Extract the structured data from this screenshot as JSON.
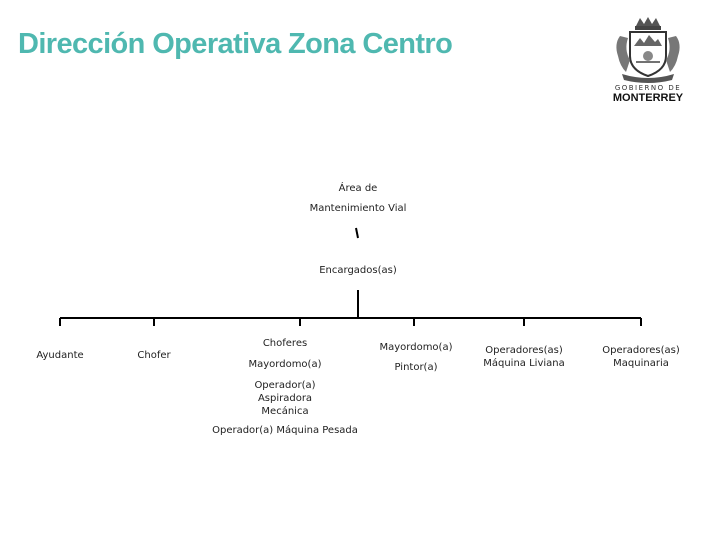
{
  "title": "Dirección Operativa Zona Centro",
  "logo": {
    "line1": "GOBIERNO DE",
    "line2": "MONTERREY"
  },
  "title_color": "#4fb8b0",
  "org": {
    "root": {
      "line1": "Área de",
      "line2": "Mantenimiento Vial"
    },
    "level2": "Encargados(as)",
    "children": {
      "ayudante": "Ayudante",
      "chofer": "Chofer",
      "group1": [
        "Choferes",
        "Mayordomo(a)",
        "Operador(a) Aspiradora Mecánica",
        "Operador(a) Máquina Pesada"
      ],
      "group2": [
        "Mayordomo(a)",
        "Pintor(a)"
      ],
      "liviana": "Operadores(as) Máquina Liviana",
      "maquinaria": "Operadores(as) Maquinaria"
    }
  }
}
